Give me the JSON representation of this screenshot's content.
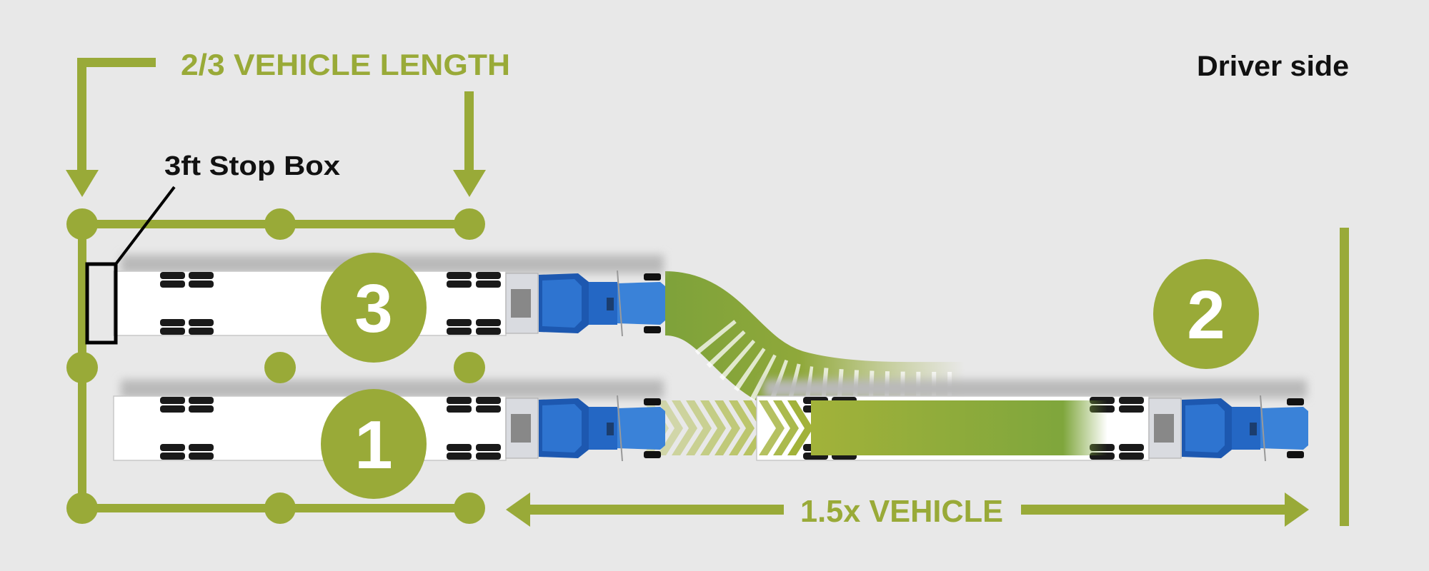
{
  "colors": {
    "accent": "#99aa38",
    "background": "#e8e8e8",
    "cab": "#1f5fb8",
    "text": "#111111"
  },
  "labels": {
    "top_measure": "2/3 VEHICLE LENGTH",
    "stop_box": "3ft Stop Box",
    "driver_side": "Driver side",
    "bottom_measure": "1.5x VEHICLE"
  },
  "positions": [
    {
      "number": "1"
    },
    {
      "number": "2"
    },
    {
      "number": "3"
    }
  ]
}
